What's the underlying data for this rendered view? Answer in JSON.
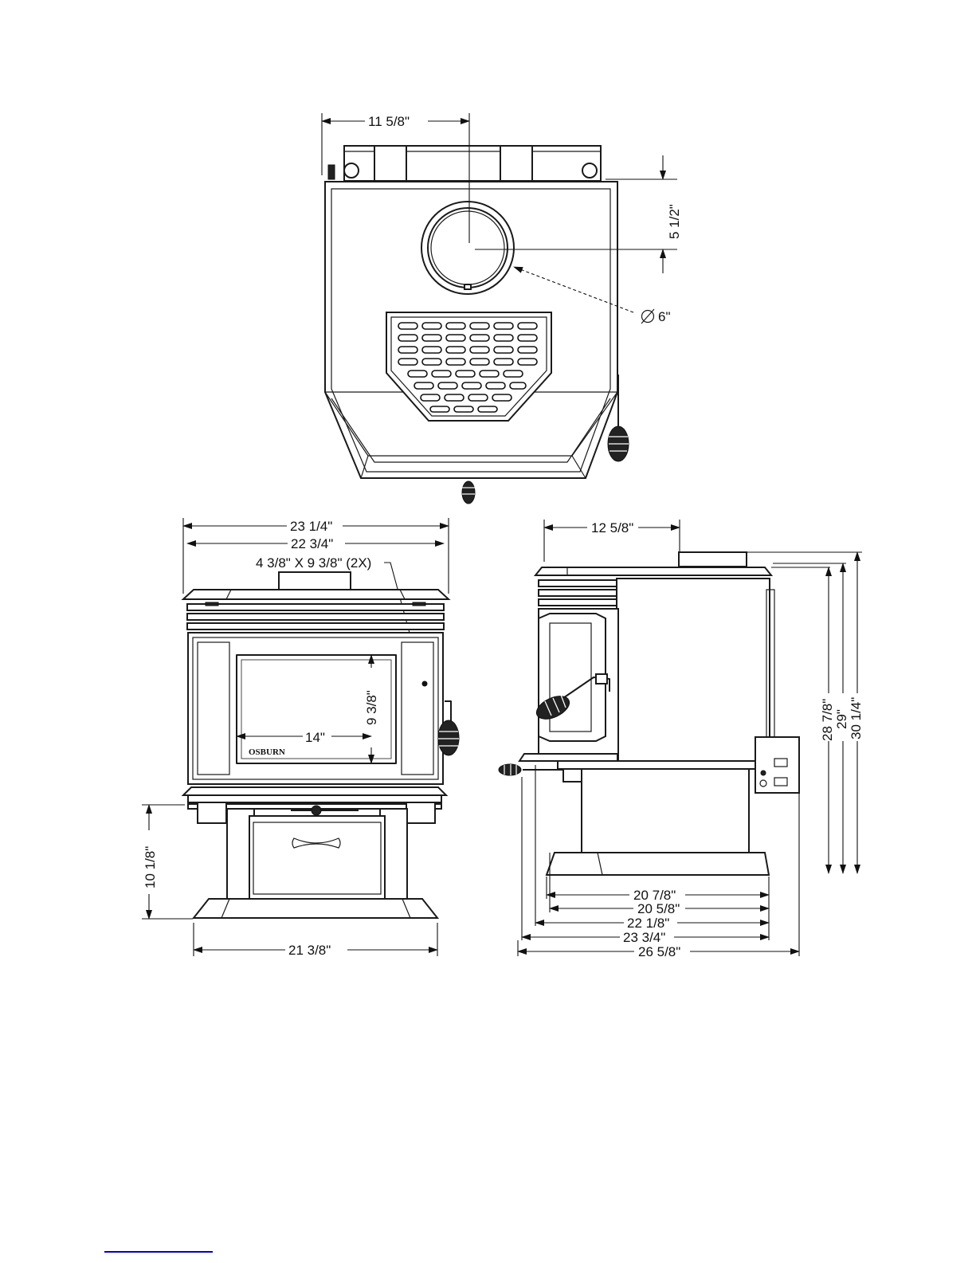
{
  "document": {
    "description_type": "stove dimension drawing"
  },
  "top_view": {
    "dimensions": {
      "flue_center_x": "11 5/8\"",
      "flue_center_y": "5 1/2\"",
      "flue_diameter": "6\""
    }
  },
  "front_view": {
    "dimensions": {
      "top_width_outer": "23 1/4\"",
      "top_width_inner": "22 3/4\"",
      "vent_openings": "4 3/8\" X 9 3/8\" (2X)",
      "glass_height": "9 3/8\"",
      "glass_width": "14\"",
      "leg_height": "10 1/8\"",
      "base_width": "21 3/8\""
    },
    "logo_text": "OSBURN"
  },
  "side_view": {
    "dimensions": {
      "flue_setback": "12 5/8\"",
      "height_1": "28 7/8\"",
      "height_2": "29\"",
      "height_3": "30 1/4\"",
      "depth_1": "20 7/8\"",
      "depth_2": "20 5/8\"",
      "depth_3": "22 1/8\"",
      "depth_4": "23 3/4\"",
      "depth_5": "26 5/8\""
    }
  },
  "colors": {
    "line": "#1a1a1a",
    "link_underline": "#0000cc"
  }
}
